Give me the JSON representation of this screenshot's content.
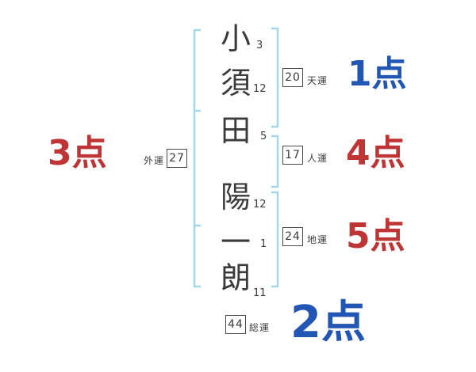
{
  "name_chars": [
    {
      "char": "小",
      "strokes": "3"
    },
    {
      "char": "須",
      "strokes": "12"
    },
    {
      "char": "田",
      "strokes": "5"
    },
    {
      "char": "陽",
      "strokes": "12"
    },
    {
      "char": "一",
      "strokes": "1"
    },
    {
      "char": "朗",
      "strokes": "11"
    }
  ],
  "fortunes": {
    "ten": {
      "label": "天運",
      "value": "20",
      "score": "1点"
    },
    "jin": {
      "label": "人運",
      "value": "17",
      "score": "4点"
    },
    "chi": {
      "label": "地運",
      "value": "24",
      "score": "5点"
    },
    "gai": {
      "label": "外運",
      "value": "27",
      "score": "3点"
    },
    "sou": {
      "label": "総運",
      "value": "44",
      "score": "2点"
    }
  },
  "colors": {
    "score_red": "#bf3434",
    "score_blue": "#2156b4",
    "bracket": "#a4d7ec",
    "ink": "#3b3b3b",
    "box_border": "#4a4a4a"
  }
}
